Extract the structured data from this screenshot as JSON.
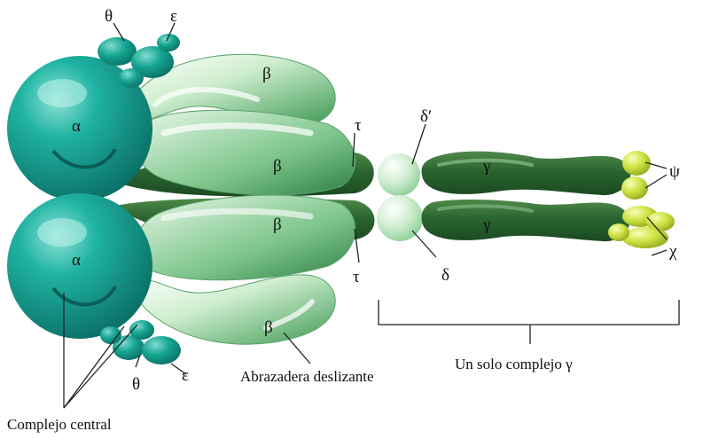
{
  "labels": {
    "theta": "θ",
    "epsilon": "ε",
    "alpha": "α",
    "beta": "β",
    "tau": "τ",
    "delta_prime": "δ′",
    "delta": "δ",
    "gamma": "γ",
    "psi": "ψ",
    "chi": "χ"
  },
  "captions": {
    "clamp": "Abrazadera deslizante",
    "gamma_complex": "Un solo complejo γ",
    "core": "Complejo central"
  },
  "colors": {
    "teal": "#159a8c",
    "dark_green": "#2f6a32",
    "light_green": "#bfe6c4",
    "yellow_green": "#c9df3c"
  }
}
